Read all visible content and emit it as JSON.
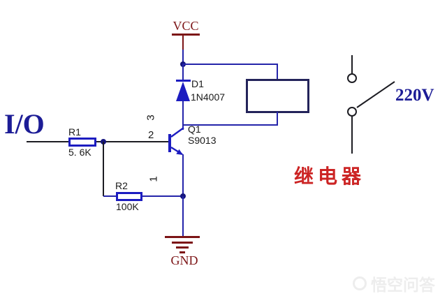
{
  "schematic": {
    "input": {
      "label": "I/O"
    },
    "power": {
      "vcc_label": "VCC",
      "gnd_label": "GND"
    },
    "components": {
      "r1": {
        "ref": "R1",
        "value": "5. 6K"
      },
      "r2": {
        "ref": "R2",
        "value": "100K"
      },
      "d1": {
        "ref": "D1",
        "value": "1N4007"
      },
      "q1": {
        "ref": "Q1",
        "value": "S9013"
      }
    },
    "pins": {
      "collector": "3",
      "base": "2",
      "emitter": "1"
    },
    "relay": {
      "name": "继电器",
      "contact_voltage": "220V"
    },
    "watermark": {
      "text": "悟空问答"
    },
    "colors": {
      "wire_blue": "#2424aa",
      "component_blue": "#1c1cc0",
      "relay_outline": "#23235a",
      "power_maroon": "#7c1416",
      "navy_text": "#1c1c96",
      "relay_red": "#cc2424",
      "black": "#1a1a1a",
      "watermark_gray": "#ededed"
    }
  }
}
